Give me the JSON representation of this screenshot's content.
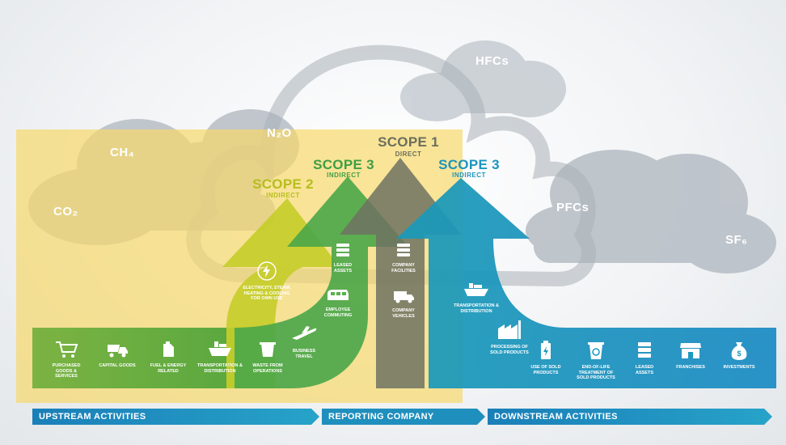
{
  "gases": {
    "co2": "CO₂",
    "ch4": "CH₄",
    "n2o": "N₂O",
    "hfcs": "HFCs",
    "pfcs": "PFCs",
    "sf6": "SF₆"
  },
  "scopes": {
    "scope1": {
      "title": "SCOPE 1",
      "subtitle": "DIRECT"
    },
    "scope2": {
      "title": "SCOPE 2",
      "subtitle": "INDIRECT"
    },
    "scope3_up": {
      "title": "SCOPE 3",
      "subtitle": "INDIRECT"
    },
    "scope3_down": {
      "title": "SCOPE 3",
      "subtitle": "INDIRECT"
    }
  },
  "upstream": [
    {
      "label": "PURCHASED GOODS & SERVICES",
      "icon": "cart-icon"
    },
    {
      "label": "CAPITAL GOODS",
      "icon": "truck-icon"
    },
    {
      "label": "FUEL & ENERGY RELATED",
      "icon": "fuel-can-icon"
    },
    {
      "label": "TRANSPORTATION & DISTRIBUTION",
      "icon": "ship-icon"
    },
    {
      "label": "WASTE FROM OPERATIONS",
      "icon": "waste-icon"
    },
    {
      "label": "BUSINESS TRAVEL",
      "icon": "plane-icon"
    }
  ],
  "scope2_item": {
    "label": "ELECTRICITY, STEAM, HEATING & COOLING FOR OWN USE",
    "icon": "lightning-icon"
  },
  "scope3_up_items": [
    {
      "label": "LEASED ASSETS",
      "icon": "building-icon"
    },
    {
      "label": "EMPLOYEE COMMUTING",
      "icon": "train-icon"
    }
  ],
  "scope1_items": [
    {
      "label": "COMPANY FACILITIES",
      "icon": "building-icon"
    },
    {
      "label": "COMPANY VEHICLES",
      "icon": "van-icon"
    }
  ],
  "scope3_down_item": {
    "label": "TRANSPORTATION & DISTRIBUTION",
    "icon": "ship-icon"
  },
  "downstream": [
    {
      "label": "PROCESSING OF SOLD PRODUCTS",
      "icon": "factory-icon"
    },
    {
      "label": "USE OF SOLD PRODUCTS",
      "icon": "battery-icon"
    },
    {
      "label": "END-OF-LIFE TREATMENT OF SOLD PRODUCTS",
      "icon": "recycle-bin-icon"
    },
    {
      "label": "LEASED ASSETS",
      "icon": "building-icon"
    },
    {
      "label": "FRANCHISES",
      "icon": "storefront-icon"
    },
    {
      "label": "INVESTMENTS",
      "icon": "money-bag-icon"
    }
  ],
  "bands": {
    "upstream": "UPSTREAM ACTIVITIES",
    "reporting": "REPORTING COMPANY",
    "downstream": "DOWNSTREAM ACTIVITIES"
  },
  "colors": {
    "scope1": "#7d7f6a",
    "scope2": "#c9cf2b",
    "scope3_up": "#58b24c",
    "scope3_down": "#1b9ac0",
    "upstream_bar": "#7cb342",
    "reporting_box": "#f6d86b",
    "band": "#1f8fbd",
    "cloud": "#b9c0c7"
  }
}
